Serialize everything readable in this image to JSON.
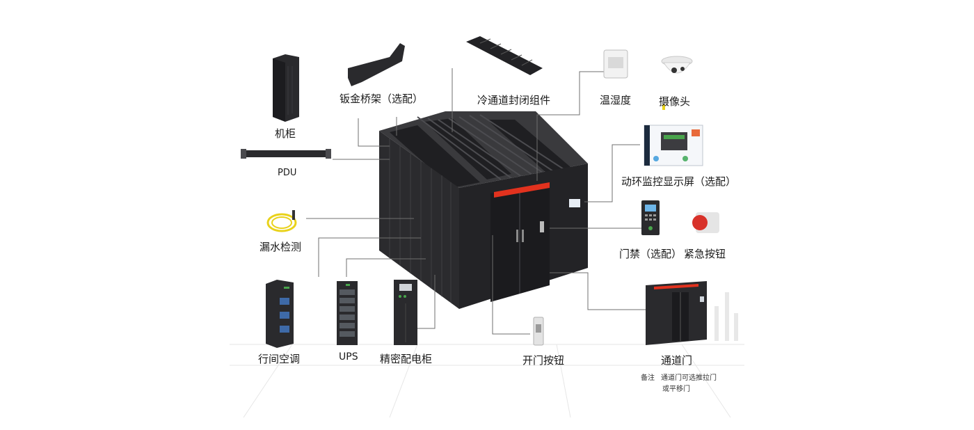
{
  "components": {
    "cabinet": "机柜",
    "cable_tray": "钣金桥架（选配）",
    "cold_aisle_kit": "冷通道封闭组件",
    "temp_humidity": "温湿度",
    "camera": "摄像头",
    "pdu": "PDU",
    "monitor_screen": "动环监控显示屏（选配）",
    "water_leak": "漏水检测",
    "access_control": "门禁（选配）",
    "emergency_button": "紧急按钮",
    "row_ac": "行间空调",
    "ups": "UPS",
    "power_cabinet": "精密配电柜",
    "door_button": "开门按钮",
    "aisle_door": "通道门"
  },
  "note": {
    "prefix": "备注",
    "line1": "通道门可选推拉门",
    "line2": "或平移门"
  },
  "colors": {
    "body": "#2b2b2e",
    "body_dark": "#1d1d20",
    "led_red": "#e2321e",
    "leader_line": "#6f6f6f",
    "cable_yellow": "#e9d21b",
    "button_red": "#d8322a"
  }
}
